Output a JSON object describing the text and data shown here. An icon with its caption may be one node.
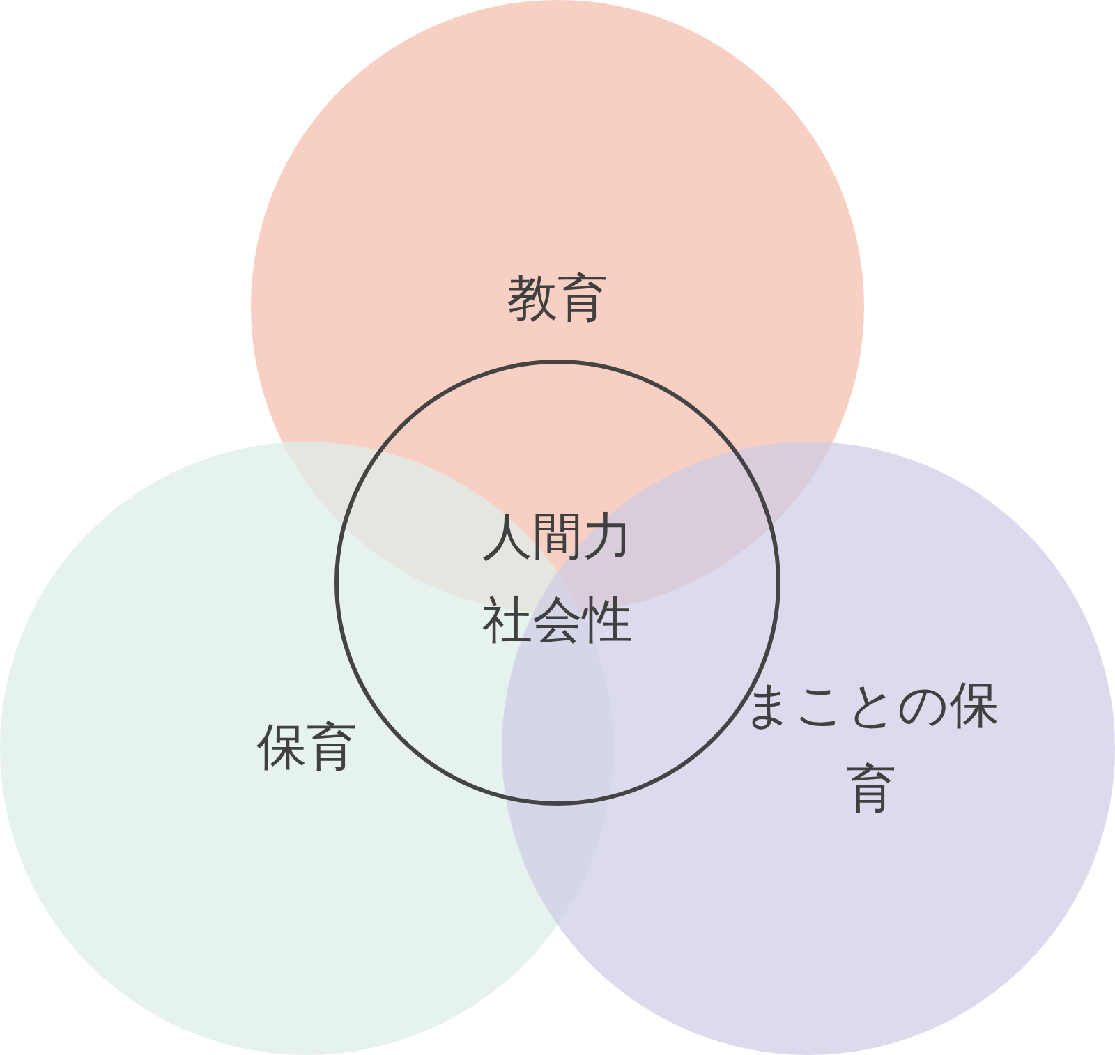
{
  "diagram": {
    "nodes": [
      {
        "text": [
          "教育"
        ]
      },
      {
        "text": [
          "保育"
        ]
      },
      {
        "text": [
          "まことの保育"
        ]
      },
      {
        "text": [
          "人間力",
          "社会性"
        ]
      }
    ]
  }
}
